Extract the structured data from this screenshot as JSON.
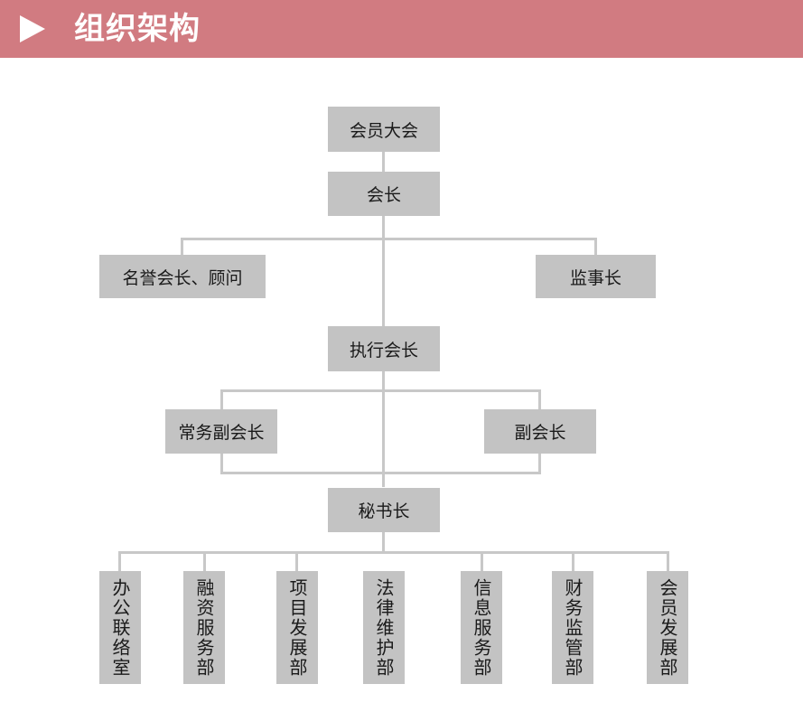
{
  "header": {
    "title": "组织架构",
    "arrow_icon": "play-triangle-icon"
  },
  "colors": {
    "header_bg": "#d17b81",
    "box_bg": "#c3c3c3",
    "connector": "#c8c8c8"
  },
  "org": {
    "assembly": "会员大会",
    "president": "会长",
    "honorary": "名誉会长、顾问",
    "supervisor": "监事长",
    "executive": "执行会长",
    "standing_vp": "常务副会长",
    "vp": "副会长",
    "secretary_general": "秘书长",
    "departments": [
      "办公联络室",
      "融资服务部",
      "项目发展部",
      "法律维护部",
      "信息服务部",
      "财务监管部",
      "会员发展部"
    ]
  }
}
